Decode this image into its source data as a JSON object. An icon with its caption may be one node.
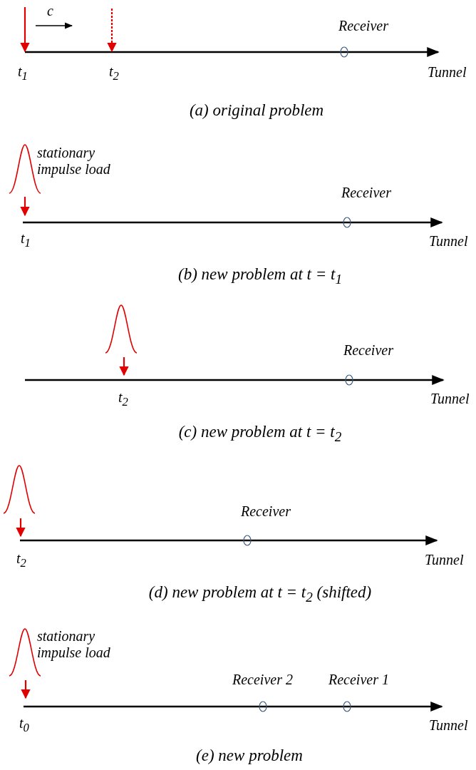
{
  "diagram": {
    "labels": [
      "c",
      "Receiver",
      "t$_{1}$",
      "t$_{2}$",
      "Tunnel",
      "(a) original problem",
      "stationary impulse load",
      "Receiver",
      "t$_{1}$",
      "Tunnel",
      "(b) new problem at t = t$_{1}$",
      "Receiver",
      "t$_{2}$",
      "Tunnel",
      "(c) new problem at t = t$_{2}$",
      "Receiver",
      "t$_{2}$",
      "Tunnel",
      "(d) new problem at t = t$_{2}$ (shifted)",
      "stationary impulse load",
      "Receiver 2",
      "Receiver 1",
      "t$_{0}$",
      "Tunnel",
      "(e) new problem"
    ]
  }
}
